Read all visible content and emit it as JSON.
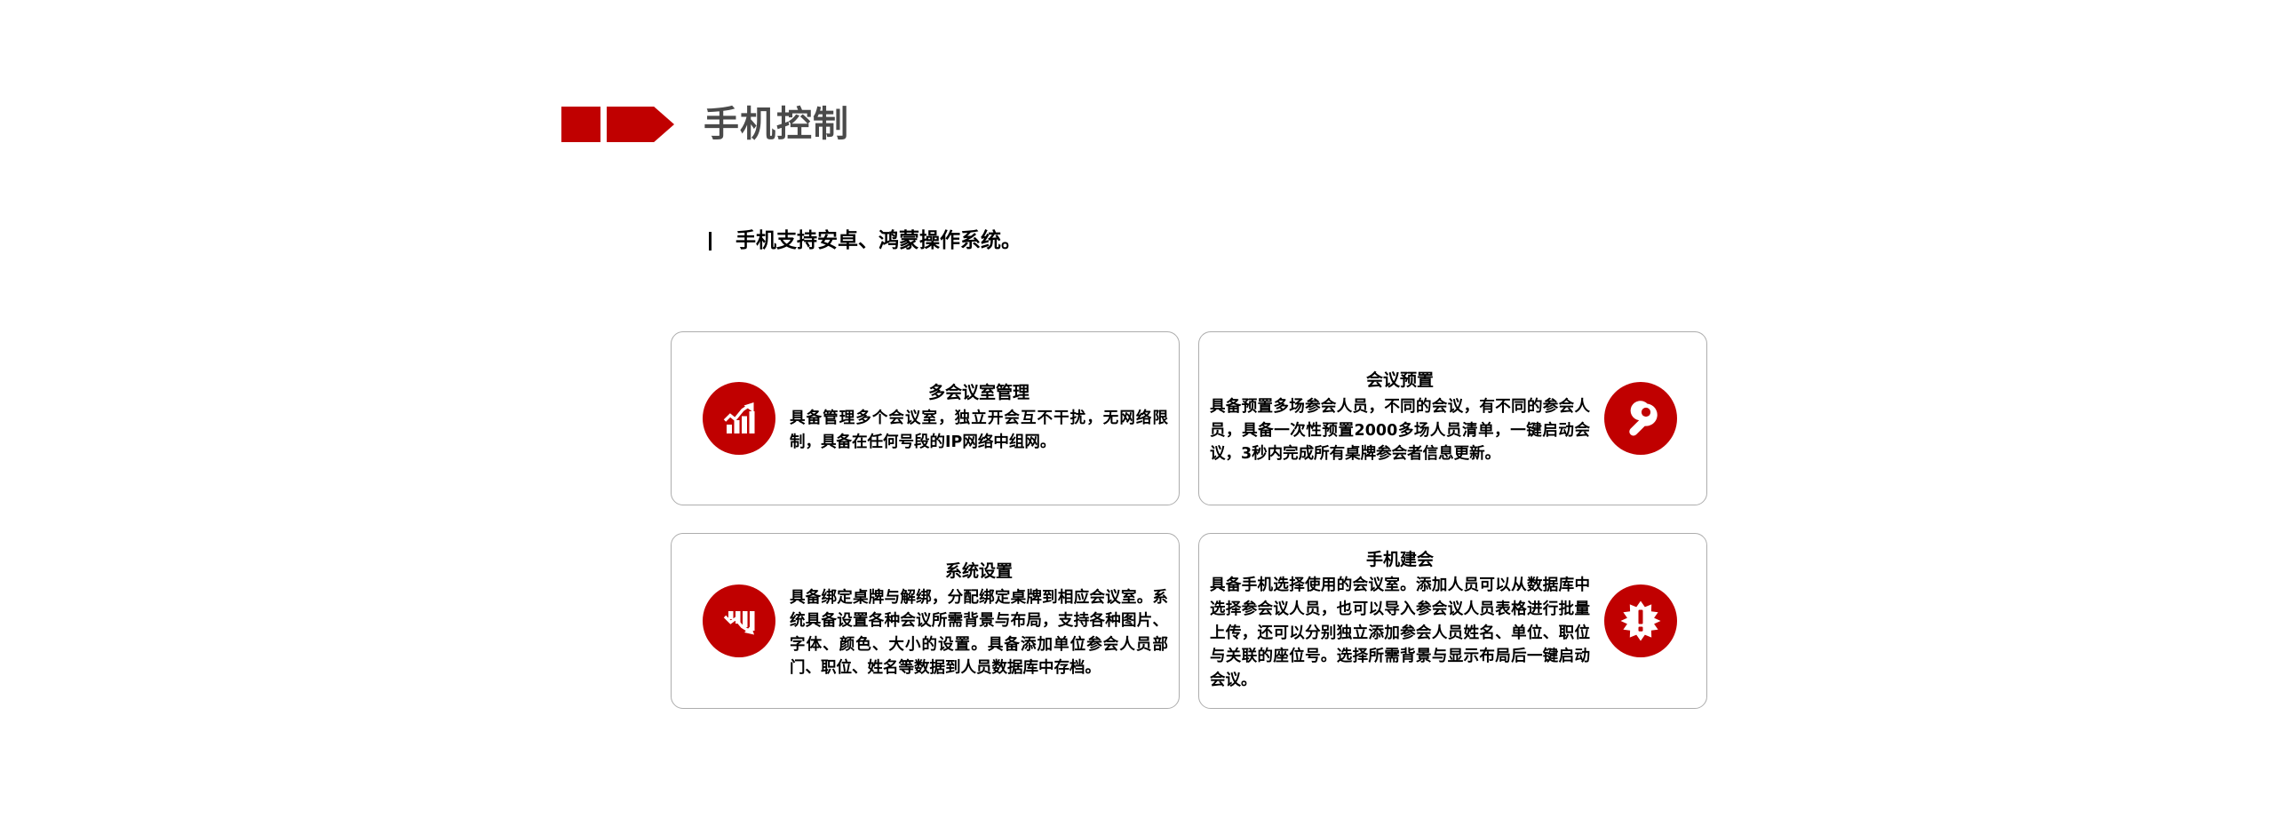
{
  "header": {
    "title": "手机控制",
    "accent_color": "#C00000",
    "title_color": "#4A4A4A",
    "decor_square": "red-square-marker",
    "decor_arrow": "red-arrow-marker"
  },
  "subtitle": {
    "bullet": "vertical-bar-bullet",
    "text": "手机支持安卓、鸿蒙操作系统。"
  },
  "cards": [
    {
      "title": "多会议室管理",
      "text": "具备管理多个会议室，独立开会互不干扰，无网络限制，具备在任何号段的IP网络中组网。",
      "icon": "chart-up-icon",
      "icon_side": "left"
    },
    {
      "title": "会议预置",
      "text": "具备预置多场参会人员，不同的会议，有不同的参会人员，具备一次性预置2000多场人员清单，一键启动会议，3秒内完成所有桌牌参会者信息更新。",
      "icon": "key-icon",
      "icon_side": "right"
    },
    {
      "title": "系统设置",
      "text": "具备绑定桌牌与解绑，分配绑定桌牌到相应会议室。系统具备设置各种会议所需背景与布局，支持各种图片、字体、颜色、大小的设置。具备添加单位参会人员部门、职位、姓名等数据到人员数据库中存档。",
      "icon": "chart-down-icon",
      "icon_side": "left"
    },
    {
      "title": "手机建会",
      "text": "具备手机选择使用的会议室。添加人员可以从数据库中选择参会议人员，也可以导入参会议人员表格进行批量上传，还可以分别独立添加参会人员姓名、单位、职位与关联的座位号。选择所需背景与显示布局后一键启动会议。",
      "icon": "burst-alert-icon",
      "icon_side": "right"
    }
  ],
  "theme": {
    "page_background": "#FFFFFF",
    "card_border": "#ADADAD",
    "icon_circle": "#C00000",
    "body_text": "#000000"
  }
}
